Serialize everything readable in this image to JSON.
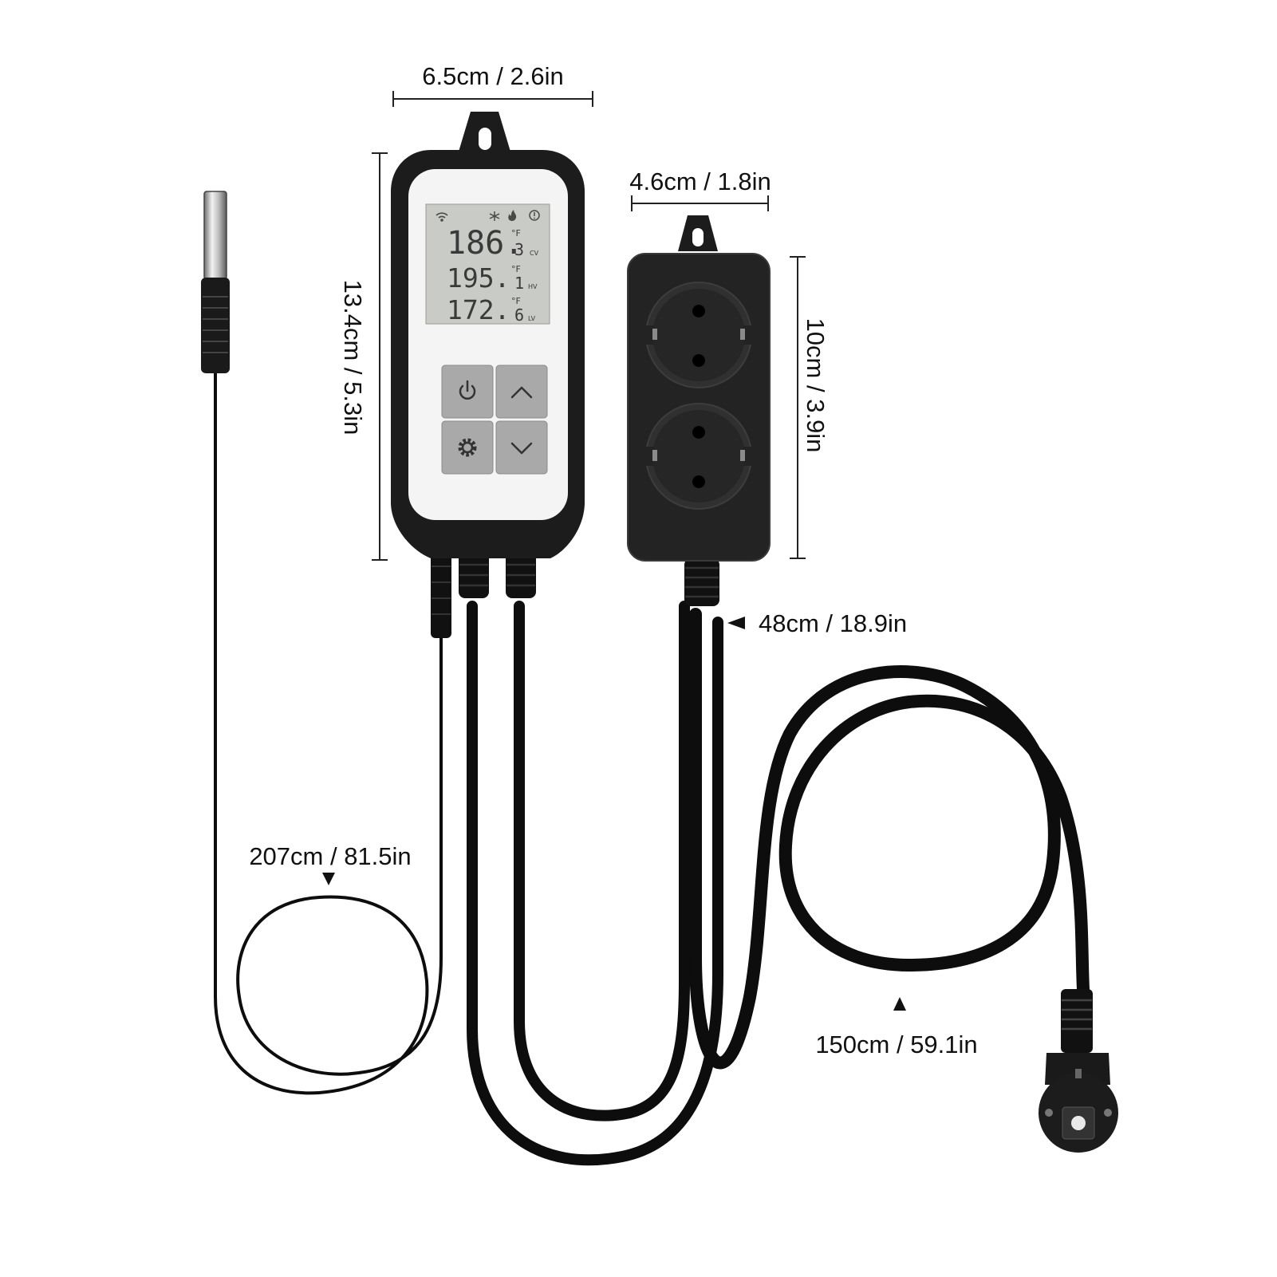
{
  "dimensions": {
    "controller_width": "6.5cm / 2.6in",
    "controller_height": "13.4cm / 5.3in",
    "socket_width": "4.6cm / 1.8in",
    "socket_height": "10cm / 3.9in",
    "socket_cable": "48cm / 18.9in",
    "probe_cable": "207cm / 81.5in",
    "power_cable": "150cm / 59.1in"
  },
  "lcd": {
    "row1_value": "186.",
    "row1_decimal": "3",
    "row1_unit": "°F",
    "row1_tag": "CV",
    "row2_value": "195.",
    "row2_decimal": "1",
    "row2_unit": "°F",
    "row2_tag": "HV",
    "row3_value": "172.",
    "row3_decimal": "6",
    "row3_unit": "°F",
    "row3_tag": "LV",
    "status_icons": [
      "wifi-icon",
      "snowflake-icon",
      "flame-icon",
      "alert-icon"
    ]
  },
  "buttons": [
    "power-icon",
    "arrow-up-icon",
    "gear-icon",
    "arrow-down-icon"
  ],
  "colors": {
    "housing": "#1c1c1c",
    "faceplate": "#f4f4f4",
    "lcd": "#c9cbc6",
    "keypad": "#a9a9a9",
    "cable": "#0d0d0d"
  }
}
